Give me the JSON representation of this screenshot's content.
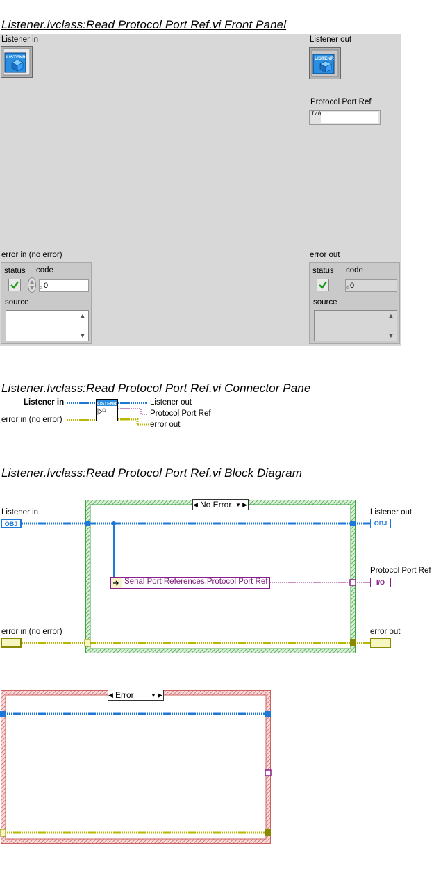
{
  "headings": {
    "front_panel": "Listener.lvclass:Read Protocol Port Ref.vi Front Panel",
    "connector_pane": "Listener.lvclass:Read Protocol Port Ref.vi Connector Pane",
    "block_diagram": "Listener.lvclass:Read Protocol Port Ref.vi Block Diagram"
  },
  "front_panel": {
    "listener_in_label": "Listener in",
    "listener_out_label": "Listener out",
    "protocol_port_ref_label": "Protocol Port Ref",
    "class_icon_text": "LISTENR",
    "refnum_glyph": "I/0",
    "error_in": {
      "label": "error in (no error)",
      "status_label": "status",
      "code_label": "code",
      "code_value": "0",
      "source_label": "source"
    },
    "error_out": {
      "label": "error out",
      "status_label": "status",
      "code_label": "code",
      "code_value": "0",
      "source_label": "source"
    }
  },
  "connector_pane": {
    "listener_in": "Listener in",
    "error_in": "error in (no error)",
    "listener_out": "Listener out",
    "protocol_port_ref": "Protocol Port Ref",
    "error_out": "error out",
    "icon_text": "LISTENR"
  },
  "block_diagram": {
    "listener_in": "Listener in",
    "error_in": "error in (no error)",
    "listener_out": "Listener out",
    "protocol_port_ref": "Protocol Port Ref",
    "error_out": "error out",
    "case_no_error": "No Error",
    "case_error": "Error",
    "unbundle": "Serial Port References.Protocol Port Ref",
    "obj_term": "OBJ",
    "io_term": "I/O"
  },
  "colors": {
    "class_wire": "#1e78d7",
    "error_wire": "#b8b800",
    "refnum_wire": "#8b1c8b",
    "case_no_error_border": "#3fa33f",
    "case_error_border": "#d06060",
    "panel_bg": "#d8d8d8"
  }
}
